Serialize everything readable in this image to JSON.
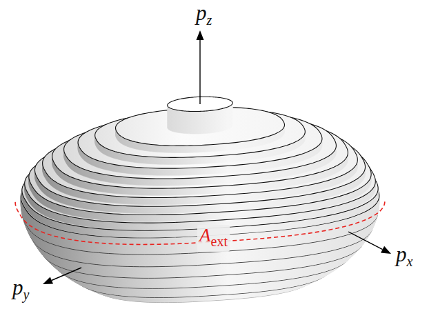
{
  "diagram": {
    "labels": [
      "pz",
      "px",
      "py",
      "Aext"
    ]
  }
}
